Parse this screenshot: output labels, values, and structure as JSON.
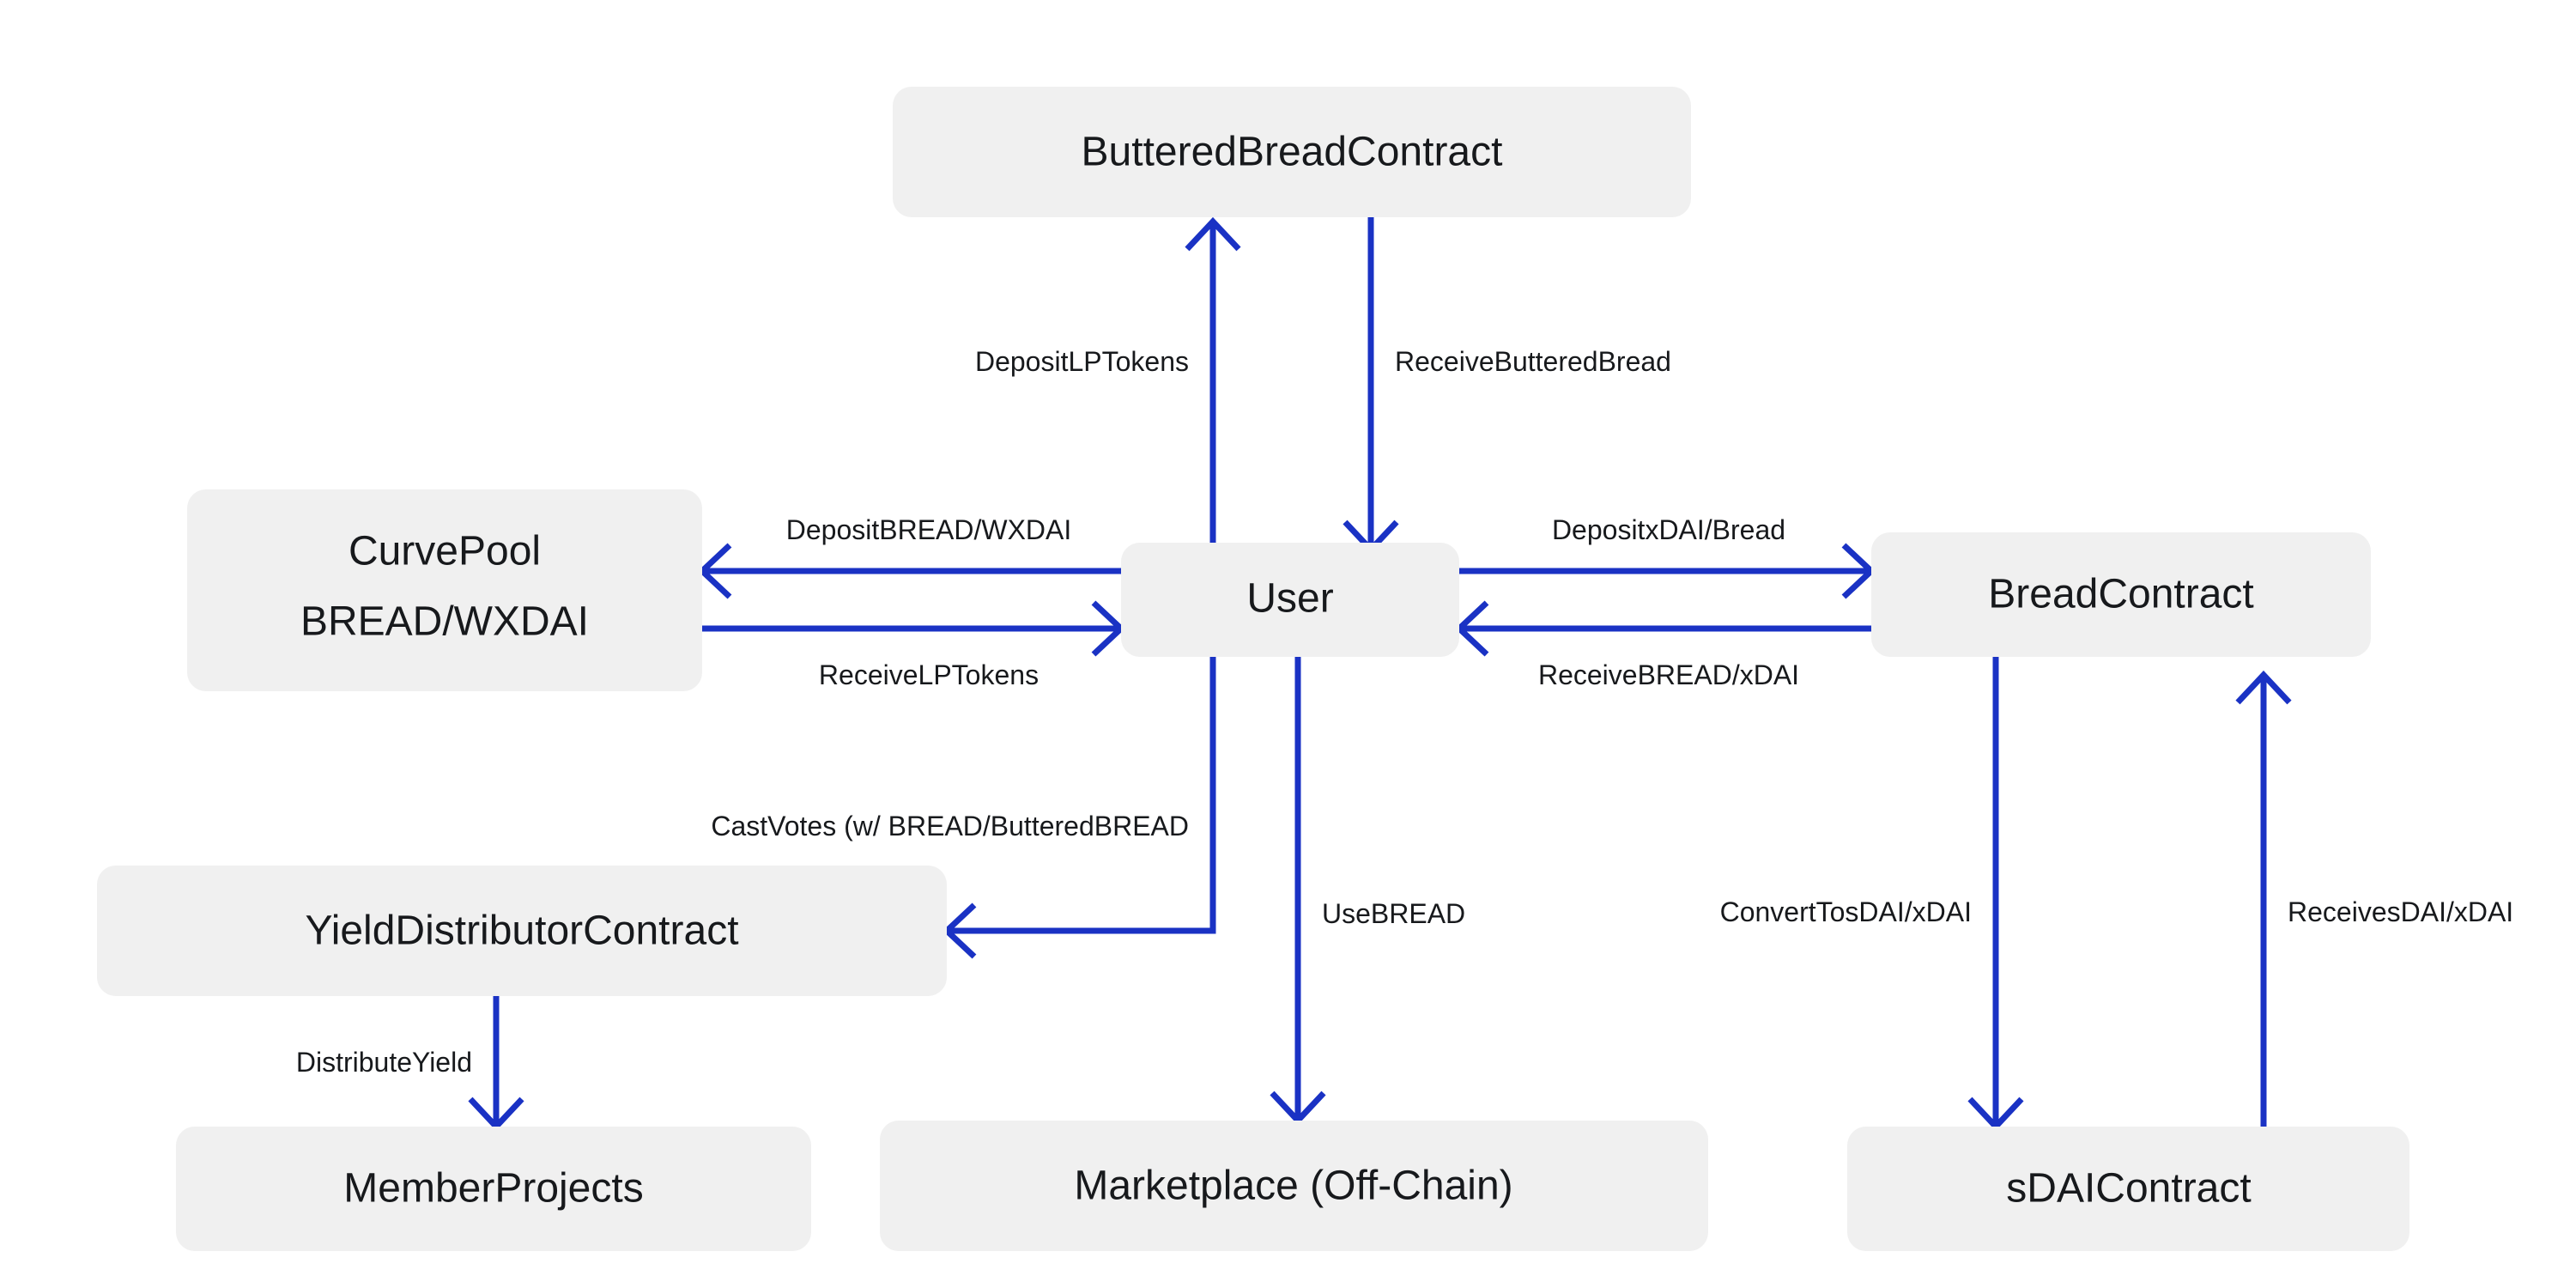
{
  "diagram": {
    "type": "flowchart",
    "background_color": "#ffffff",
    "node_fill_color": "#f0f0f0",
    "node_text_color": "#17191c",
    "edge_color": "#1a32c4",
    "edge_label_color": "#17191c",
    "nodes": [
      {
        "id": "buttered_bread_contract",
        "label": "ButteredBreadContract"
      },
      {
        "id": "curve_pool",
        "label_line1": "CurvePool",
        "label_line2": "BREAD/WXDAI"
      },
      {
        "id": "user",
        "label": "User"
      },
      {
        "id": "bread_contract",
        "label": "BreadContract"
      },
      {
        "id": "yield_distributor_contract",
        "label": "YieldDistributorContract"
      },
      {
        "id": "member_projects",
        "label": "MemberProjects"
      },
      {
        "id": "marketplace",
        "label": "Marketplace (Off-Chain)"
      },
      {
        "id": "sdai_contract",
        "label": "sDAIContract"
      }
    ],
    "edges": [
      {
        "id": "e1",
        "from": "user",
        "to": "buttered_bread_contract",
        "label": "DepositLPTokens"
      },
      {
        "id": "e2",
        "from": "buttered_bread_contract",
        "to": "user",
        "label": "ReceiveButteredBread"
      },
      {
        "id": "e3",
        "from": "user",
        "to": "curve_pool",
        "label": "DepositBREAD/WXDAI"
      },
      {
        "id": "e4",
        "from": "curve_pool",
        "to": "user",
        "label": "ReceiveLPTokens"
      },
      {
        "id": "e5",
        "from": "user",
        "to": "bread_contract",
        "label": "DepositxDAI/Bread"
      },
      {
        "id": "e6",
        "from": "bread_contract",
        "to": "user",
        "label": "ReceiveBREAD/xDAI"
      },
      {
        "id": "e7",
        "from": "user",
        "to": "yield_distributor_contract",
        "label": "CastVotes (w/ BREAD/ButteredBREAD"
      },
      {
        "id": "e8",
        "from": "user",
        "to": "marketplace",
        "label": "UseBREAD"
      },
      {
        "id": "e9",
        "from": "yield_distributor_contract",
        "to": "member_projects",
        "label": "DistributeYield"
      },
      {
        "id": "e10",
        "from": "bread_contract",
        "to": "sdai_contract",
        "label": "ConvertTosDAI/xDAI"
      },
      {
        "id": "e11",
        "from": "sdai_contract",
        "to": "bread_contract",
        "label": "ReceivesDAI/xDAI"
      }
    ]
  }
}
